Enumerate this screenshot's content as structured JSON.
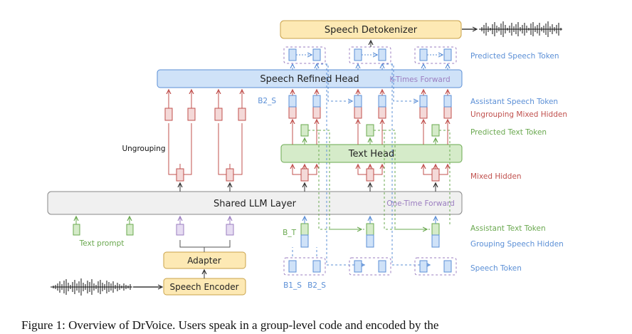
{
  "blocks": {
    "speech_detokenizer": "Speech Detokenizer",
    "speech_refined_head": "Speech Refined Head",
    "k_times_forward": "K-Times Forward",
    "text_head": "Text Head",
    "shared_llm_layer": "Shared LLM Layer",
    "one_time_forward": "One-Time Forward",
    "adapter": "Adapter",
    "speech_encoder": "Speech Encoder"
  },
  "annotations": {
    "ungrouping": "Ungrouping",
    "text_prompt": "Text prompt",
    "b2_s_top": "B2_S",
    "b_t": "B_T",
    "b1_s": "B1_S",
    "b2_s": "B2_S"
  },
  "legend": {
    "predicted_speech_token": "Predicted Speech Token",
    "assistant_speech_token": "Assistant Speech Token",
    "ungrouping_mixed_hidden": "Ungrouping Mixed Hidden",
    "predicted_text_token": "Predicted Text Token",
    "mixed_hidden": "Mixed Hidden",
    "assistant_text_token": "Assistant Text Token",
    "grouping_speech_hidden": "Grouping Speech Hidden",
    "speech_token": "Speech Token"
  },
  "caption": "Figure 1: Overview of DrVoice. Users speak in a group-level code and encoded by the",
  "colors": {
    "blue": "#5b8fd6",
    "red": "#c0504d",
    "green": "#6aa84f",
    "purple": "#9b7ec0",
    "orange_fill": "#fde9b4",
    "blue_fill": "#cfe2f8",
    "green_fill": "#d5ebc9",
    "gray_fill": "#f0f0f0"
  }
}
